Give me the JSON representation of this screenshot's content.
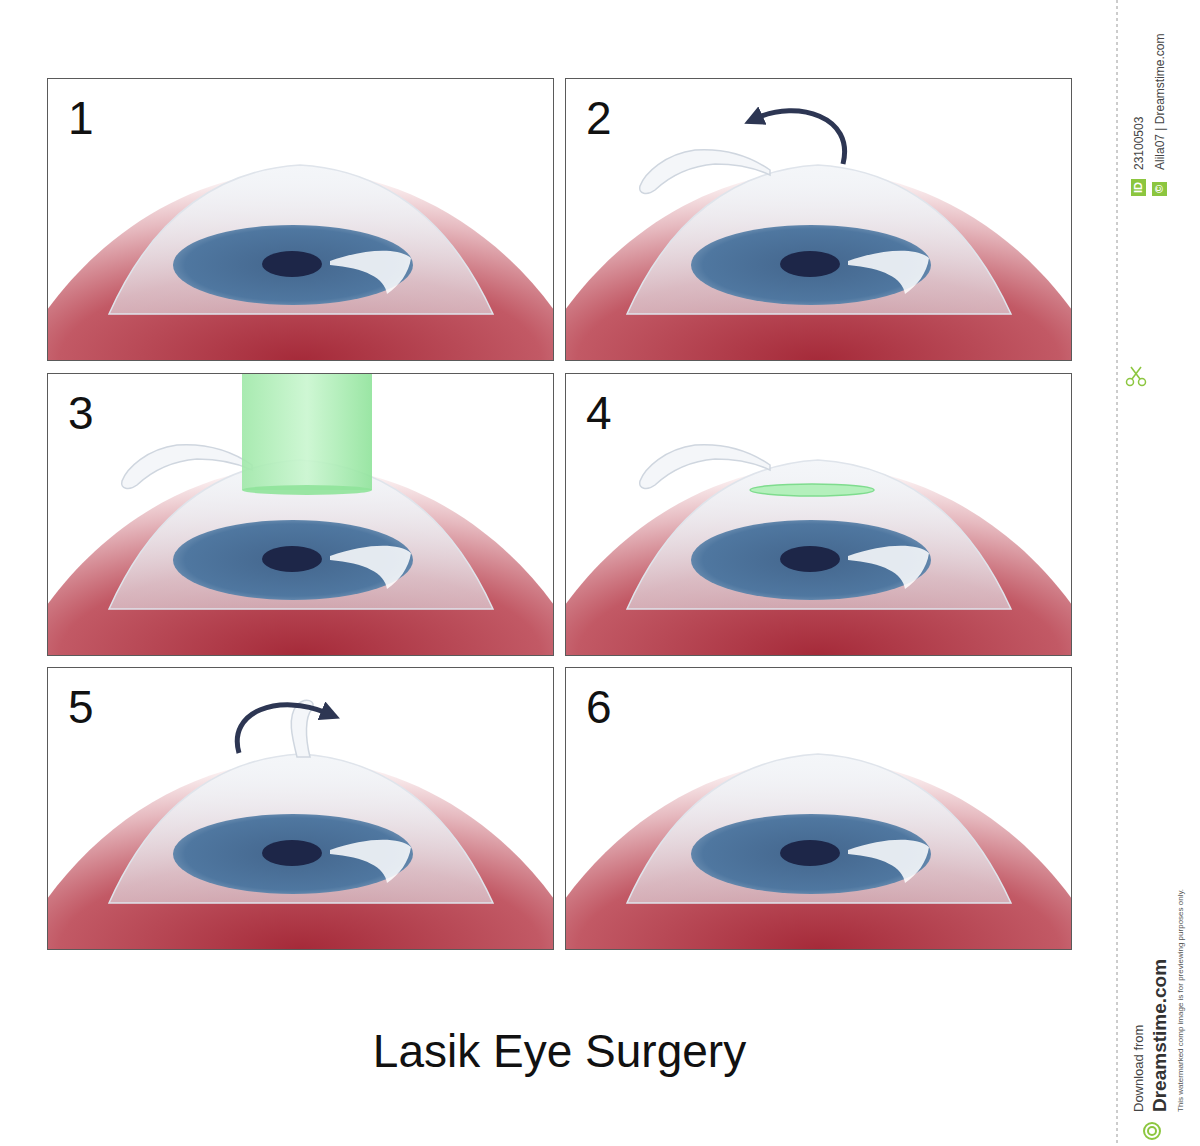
{
  "diagram": {
    "title": "Lasik Eye Surgery",
    "nodes": [
      {
        "text": [
          "1"
        ]
      },
      {
        "text": [
          "2"
        ]
      },
      {
        "text": [
          "3"
        ]
      },
      {
        "text": [
          "4"
        ]
      },
      {
        "text": [
          "5"
        ]
      },
      {
        "text": [
          "6"
        ]
      }
    ],
    "labels": [
      "ID",
      "23100503",
      "©",
      "Alila07 | Dreamstime.com",
      "Download from",
      "Dreamstime.com",
      "This watermarked comp image is for previewing purposes only."
    ]
  }
}
